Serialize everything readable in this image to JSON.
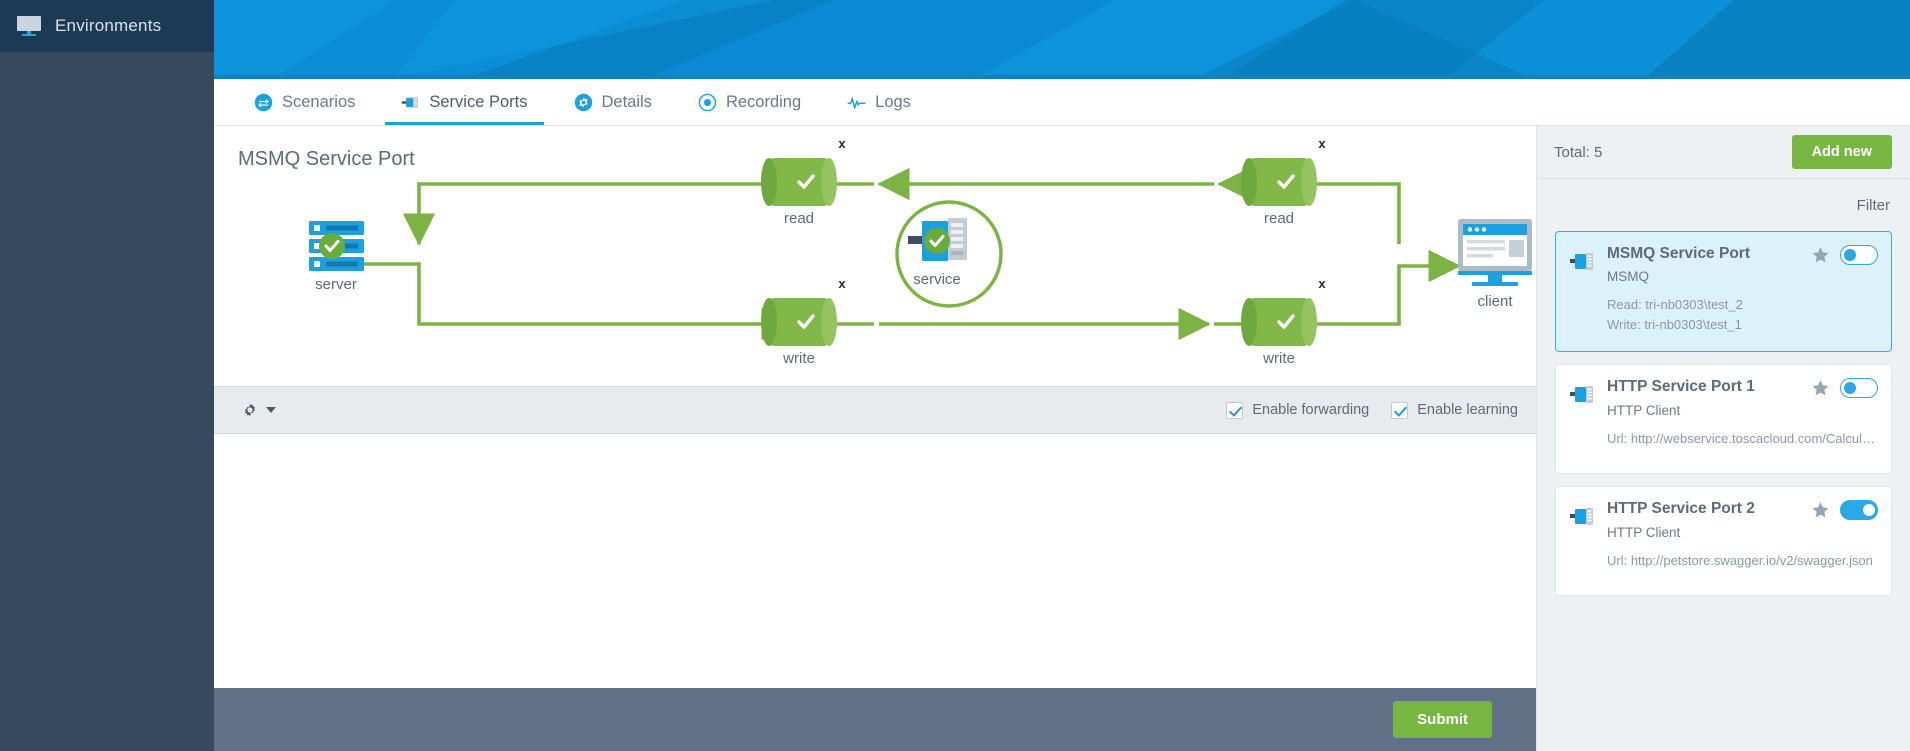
{
  "sidebar": {
    "header_label": "Environments",
    "header_icon": "monitor-icon"
  },
  "tabs": [
    {
      "label": "Scenarios",
      "icon": "exchange-arrows-icon",
      "active": false
    },
    {
      "label": "Service Ports",
      "icon": "service-port-plug-icon",
      "active": true
    },
    {
      "label": "Details",
      "icon": "gear-circle-icon",
      "active": false
    },
    {
      "label": "Recording",
      "icon": "record-dot-icon",
      "active": false
    },
    {
      "label": "Logs",
      "icon": "pulse-line-icon",
      "active": false
    }
  ],
  "diagram": {
    "title": "MSMQ Service Port",
    "nodes": {
      "server": "server",
      "service": "service",
      "client": "client",
      "read_left": "read",
      "write_left": "write",
      "read_right": "read",
      "write_right": "write"
    },
    "close_label": "x",
    "close_count": 4
  },
  "toolbar": {
    "gear_icon": "gear-icon",
    "caret_icon": "chevron-down-icon",
    "checkboxes": [
      {
        "label": "Enable forwarding",
        "checked": true
      },
      {
        "label": "Enable learning",
        "checked": true
      }
    ]
  },
  "footer": {
    "submit_label": "Submit"
  },
  "right_panel": {
    "total_label": "Total: 5",
    "add_new_label": "Add new",
    "filter_label": "Filter",
    "cards": [
      {
        "title": "MSMQ Service Port",
        "subtitle": "MSMQ",
        "meta_lines": [
          "Read: tri-nb0303\\test_2",
          "Write: tri-nb0303\\test_1"
        ],
        "selected": true,
        "favorite": false,
        "enabled": false
      },
      {
        "title": "HTTP Service Port 1",
        "subtitle": "HTTP Client",
        "meta_lines": [
          "Url: http://webservice.toscacloud.com/Calculat…"
        ],
        "selected": false,
        "favorite": false,
        "enabled": false
      },
      {
        "title": "HTTP Service Port 2",
        "subtitle": "HTTP Client",
        "meta_lines": [
          "Url: http://petstore.swagger.io/v2/swagger.json"
        ],
        "selected": false,
        "favorite": false,
        "enabled": true
      }
    ]
  },
  "colors": {
    "brand_blue": "#0a8ad2",
    "accent_blue": "#1ba1e2",
    "green": "#78b642",
    "sidebar_dark": "#36495d",
    "sidebar_header": "#1d3a54",
    "footer_slate": "#5f7087"
  }
}
